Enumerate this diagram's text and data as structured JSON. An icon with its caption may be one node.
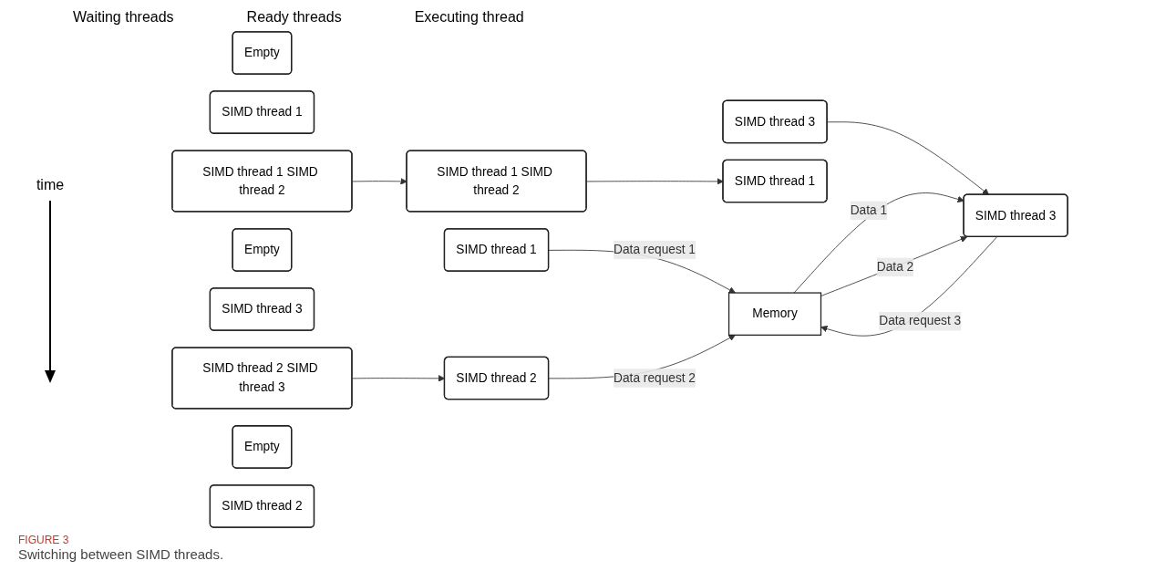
{
  "diagram": {
    "caption": "Switching between SIMD threads.",
    "nodes": [
      {
        "text": [
          "Empty"
        ]
      },
      {
        "text": [
          "SIMD thread 1"
        ]
      },
      {
        "text": [
          "SIMD thread 1 SIMD thread 2"
        ]
      },
      {
        "text": [
          "Empty"
        ]
      },
      {
        "text": [
          "SIMD thread 3"
        ]
      },
      {
        "text": [
          "SIMD thread 2 SIMD thread 3"
        ]
      },
      {
        "text": [
          "SIMD thread 3"
        ]
      },
      {
        "text": [
          "Empty"
        ]
      },
      {
        "text": [
          "SIMD thread 1 SIMD thread 2"
        ]
      },
      {
        "text": [
          "SIMD thread 2"
        ]
      },
      {
        "text": [
          "SIMD thread 1"
        ]
      },
      {
        "text": [
          "SIMD thread 2"
        ]
      },
      {
        "text": [
          "SIMD thread 3"
        ]
      },
      {
        "text": [
          "SIMD thread 1"
        ]
      },
      {
        "text": [
          "Memory"
        ]
      }
    ],
    "edges": [
      {
        "from": 2,
        "to": 8,
        "arrow": "to"
      },
      {
        "from": 5,
        "to": 11,
        "arrow": "to"
      },
      {
        "from": 6,
        "to": 12,
        "arrow": "to"
      },
      {
        "from": 8,
        "to": 13,
        "arrow": "to"
      },
      {
        "from": 10,
        "to": 14,
        "arrow": "to",
        "label": "Data request 1"
      },
      {
        "from": 11,
        "to": 14,
        "arrow": "to",
        "label": "Data request 2"
      },
      {
        "from": 14,
        "to": 12,
        "arrow": "to",
        "label": "Data 1"
      },
      {
        "from": 14,
        "to": 12,
        "arrow": "to",
        "label": "Data 2"
      },
      {
        "from": 12,
        "to": 14,
        "arrow": "to",
        "label": "Data request 3"
      }
    ],
    "labels": [
      "Waiting threads",
      "Ready threads",
      "Executing thread",
      "time",
      "FIGURE 3"
    ]
  }
}
